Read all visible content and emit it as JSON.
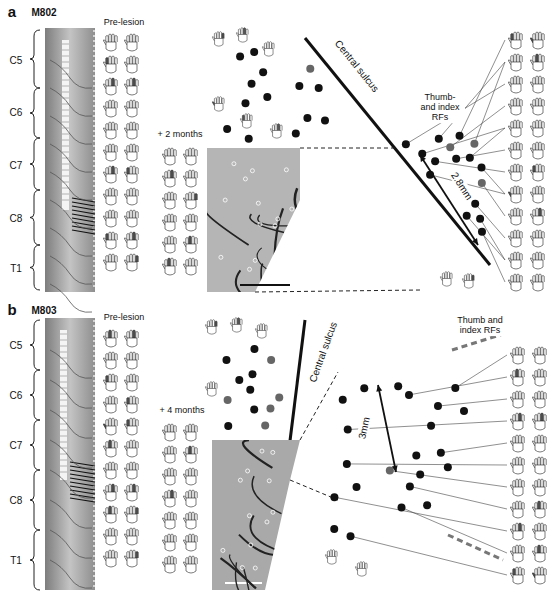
{
  "diagram": {
    "labels": [
      "a",
      "M802",
      "C5",
      "C6",
      "C7",
      "C8",
      "T1",
      "Pre-lesion",
      "+ 2 months",
      "Central sulcus",
      "Thumb- and index RFs",
      "2.8mm",
      "b",
      "M803",
      "C5",
      "C6",
      "C7",
      "C8",
      "T1",
      "Pre-lesion",
      "+ 4 months",
      "Central sulcus",
      "Thumb and index RFs",
      "3mm"
    ]
  }
}
